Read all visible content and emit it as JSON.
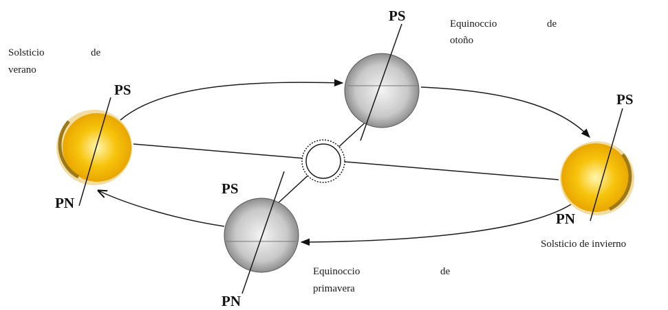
{
  "colors": {
    "background": "#ffffff",
    "line": "#1a1a1a",
    "sun_glow_light": "#fff3a8",
    "sun_glow_dark": "#f5b800",
    "earth_grey_light": "#f2f2f2",
    "earth_grey_dark": "#8f8f8f"
  },
  "labels": {
    "solsticio_verano_line1": "Solsticio",
    "solsticio_verano_de": "de",
    "solsticio_verano_line2": "verano",
    "equinoccio_otono_line1": "Equinoccio",
    "equinoccio_otono_de": "de",
    "equinoccio_otono_line2": "otoño",
    "solsticio_invierno": "Solsticio de invierno",
    "equinoccio_primavera_line1": "Equinoccio",
    "equinoccio_primavera_de": "de",
    "equinoccio_primavera_line2": "primavera"
  },
  "poles": {
    "ps": "PS",
    "pn": "PN"
  }
}
